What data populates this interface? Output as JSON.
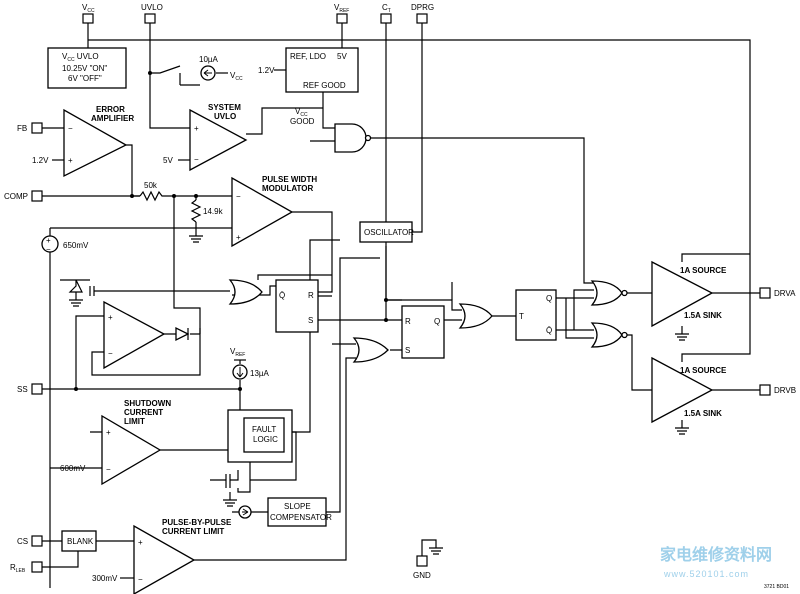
{
  "pins": {
    "vcc": "V",
    "vcc_sub": "CC",
    "uvlo": "UVLO",
    "vref": "V",
    "vref_sub": "REF",
    "ct": "C",
    "ct_sub": "T",
    "dprg": "DPRG",
    "fb": "FB",
    "comp": "COMP",
    "ss": "SS",
    "cs": "CS",
    "rleb": "R",
    "rleb_sub": "LEB",
    "gnd": "GND",
    "drva": "DRVA",
    "drvb": "DRVB"
  },
  "blocks": {
    "vcc_uvlo": [
      "V",
      "CC",
      " UVLO",
      "10.25V \"ON\"",
      "6V \"OFF\""
    ],
    "ref_ldo": [
      "REF, LDO",
      "5V",
      "REF GOOD"
    ],
    "oscillator": "OSCILLATOR",
    "fault_logic": [
      "FAULT",
      "LOGIC"
    ],
    "slope_comp": [
      "SLOPE",
      "COMPENSATOR"
    ],
    "blank": "BLANK"
  },
  "labels": {
    "error_amp": [
      "ERROR",
      "AMPLIFIER"
    ],
    "system_uvlo": [
      "SYSTEM",
      "UVLO"
    ],
    "pwm": [
      "PULSE WIDTH",
      "MODULATOR"
    ],
    "shutdown": [
      "SHUTDOWN",
      "CURRENT",
      "LIMIT"
    ],
    "pbp": [
      "PULSE-BY-PULSE",
      "CURRENT LIMIT"
    ],
    "source_a": "1A SOURCE",
    "sink_a": "1.5A SINK",
    "source_b": "1A SOURCE",
    "sink_b": "1.5A SINK",
    "vcc_good": [
      "V",
      "CC",
      "GOOD"
    ],
    "vref_13ua": [
      "V",
      "REF"
    ]
  },
  "values": {
    "i10ua": "10µA",
    "v1_2a": "1.2V",
    "v1_2b": "1.2V",
    "v5": "5V",
    "r50k": "50k",
    "r14_9k": "14.9k",
    "v650": "650mV",
    "i13ua": "13µA",
    "v600": "600mV",
    "v300": "300mV"
  },
  "ff": {
    "sr_qbar": "Q̄",
    "sr_r": "R",
    "sr_s": "S",
    "rs_r": "R",
    "rs_q": "Q",
    "rs_s": "S",
    "t_t": "T",
    "t_q": "Q",
    "t_qbar": "Q̄"
  },
  "opamp": {
    "plus": "+",
    "minus": "−"
  },
  "watermark": {
    "main": "家电维修资料网",
    "sub": "www.520101.com"
  },
  "figure_id": "3721 BD01"
}
